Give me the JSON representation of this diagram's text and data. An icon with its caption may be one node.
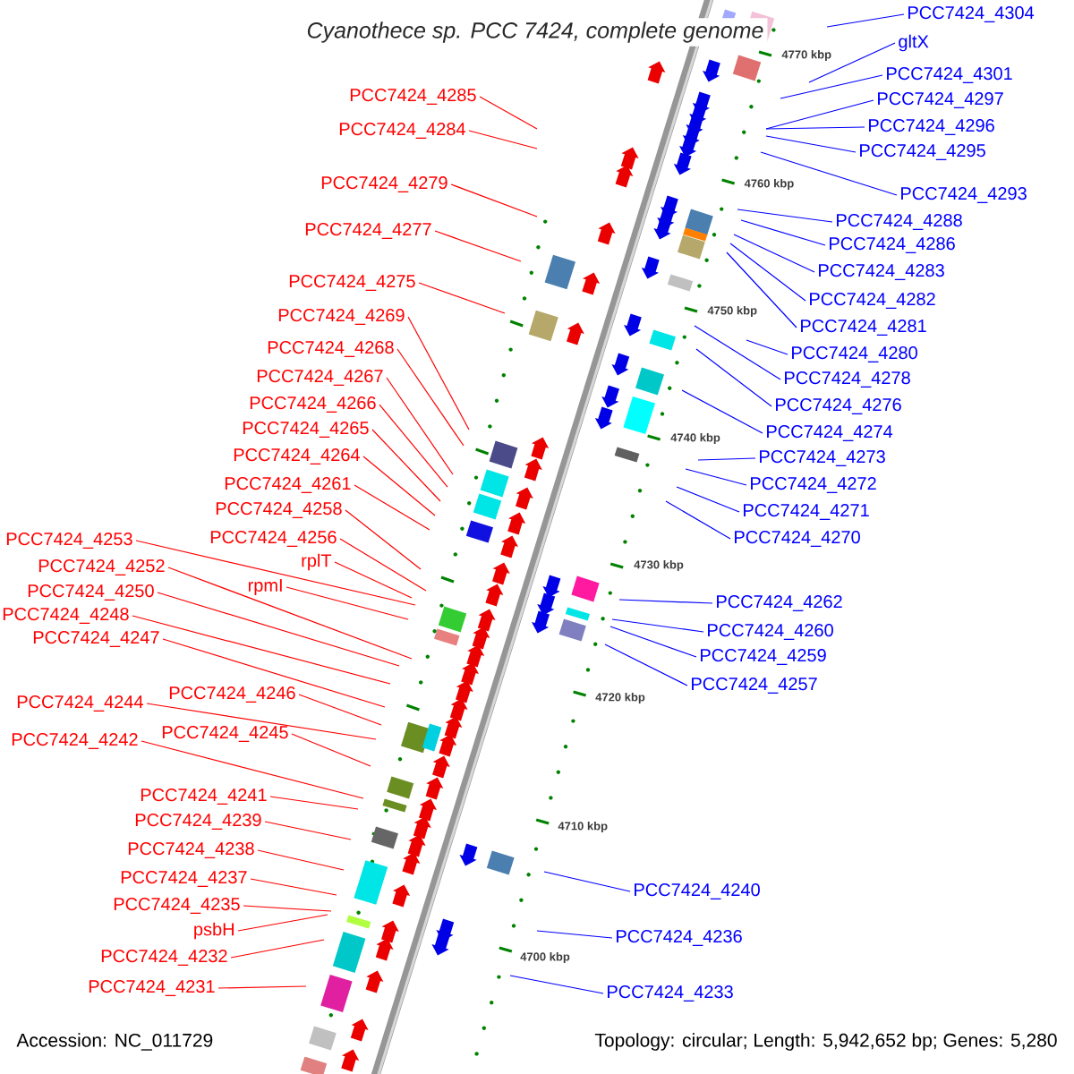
{
  "diagram": {
    "title": "Cyanothece sp. PCC 7424, complete genome",
    "nodes": [
      {
        "text": [
          "PCC7424_4285"
        ]
      },
      {
        "text": [
          "PCC7424_4284"
        ]
      },
      {
        "text": [
          "PCC7424_4279"
        ]
      },
      {
        "text": [
          "PCC7424_4277"
        ]
      },
      {
        "text": [
          "PCC7424_4275"
        ]
      },
      {
        "text": [
          "PCC7424_4269"
        ]
      },
      {
        "text": [
          "PCC7424_4268"
        ]
      },
      {
        "text": [
          "PCC7424_4267"
        ]
      },
      {
        "text": [
          "PCC7424_4266"
        ]
      },
      {
        "text": [
          "PCC7424_4265"
        ]
      },
      {
        "text": [
          "PCC7424_4264"
        ]
      },
      {
        "text": [
          "PCC7424_4261"
        ]
      },
      {
        "text": [
          "PCC7424_4258"
        ]
      },
      {
        "text": [
          "PCC7424_4256"
        ]
      },
      {
        "text": [
          "PCC7424_4253"
        ]
      },
      {
        "text": [
          "PCC7424_4252"
        ]
      },
      {
        "text": [
          "rpmI"
        ]
      },
      {
        "text": [
          "rplT"
        ]
      },
      {
        "text": [
          "PCC7424_4250"
        ]
      },
      {
        "text": [
          "PCC7424_4248"
        ]
      },
      {
        "text": [
          "PCC7424_4247"
        ]
      },
      {
        "text": [
          "PCC7424_4244"
        ]
      },
      {
        "text": [
          "PCC7424_4246"
        ]
      },
      {
        "text": [
          "PCC7424_4245"
        ]
      },
      {
        "text": [
          "PCC7424_4242"
        ]
      },
      {
        "text": [
          "PCC7424_4241"
        ]
      },
      {
        "text": [
          "PCC7424_4239"
        ]
      },
      {
        "text": [
          "PCC7424_4238"
        ]
      },
      {
        "text": [
          "PCC7424_4237"
        ]
      },
      {
        "text": [
          "PCC7424_4235"
        ]
      },
      {
        "text": [
          "psbH"
        ]
      },
      {
        "text": [
          "PCC7424_4232"
        ]
      },
      {
        "text": [
          "PCC7424_4231"
        ]
      },
      {
        "text": [
          "PCC7424_4304"
        ]
      },
      {
        "text": [
          "gltX"
        ]
      },
      {
        "text": [
          "PCC7424_4301"
        ]
      },
      {
        "text": [
          "PCC7424_4297"
        ]
      },
      {
        "text": [
          "PCC7424_4296"
        ]
      },
      {
        "text": [
          "PCC7424_4295"
        ]
      },
      {
        "text": [
          "PCC7424_4293"
        ]
      },
      {
        "text": [
          "PCC7424_4288"
        ]
      },
      {
        "text": [
          "PCC7424_4286"
        ]
      },
      {
        "text": [
          "PCC7424_4283"
        ]
      },
      {
        "text": [
          "PCC7424_4282"
        ]
      },
      {
        "text": [
          "PCC7424_4281"
        ]
      },
      {
        "text": [
          "PCC7424_4280"
        ]
      },
      {
        "text": [
          "PCC7424_4278"
        ]
      },
      {
        "text": [
          "PCC7424_4276"
        ]
      },
      {
        "text": [
          "PCC7424_4274"
        ]
      },
      {
        "text": [
          "PCC7424_4273"
        ]
      },
      {
        "text": [
          "PCC7424_4272"
        ]
      },
      {
        "text": [
          "PCC7424_4271"
        ]
      },
      {
        "text": [
          "PCC7424_4270"
        ]
      },
      {
        "text": [
          "PCC7424_4262"
        ]
      },
      {
        "text": [
          "PCC7424_4260"
        ]
      },
      {
        "text": [
          "PCC7424_4259"
        ]
      },
      {
        "text": [
          "PCC7424_4257"
        ]
      },
      {
        "text": [
          "PCC7424_4240"
        ]
      },
      {
        "text": [
          "PCC7424_4236"
        ]
      },
      {
        "text": [
          "PCC7424_4233"
        ]
      }
    ],
    "edges": [
      {
        "from": 0,
        "to": null,
        "arrow": "none"
      },
      {
        "from": 1,
        "to": null,
        "arrow": "none"
      },
      {
        "from": 2,
        "to": null,
        "arrow": "none"
      },
      {
        "from": 3,
        "to": null,
        "arrow": "none"
      },
      {
        "from": 4,
        "to": null,
        "arrow": "none"
      },
      {
        "from": 5,
        "to": null,
        "arrow": "none"
      },
      {
        "from": 6,
        "to": null,
        "arrow": "none"
      },
      {
        "from": 7,
        "to": null,
        "arrow": "none"
      },
      {
        "from": 8,
        "to": null,
        "arrow": "none"
      },
      {
        "from": 9,
        "to": null,
        "arrow": "none"
      },
      {
        "from": 10,
        "to": null,
        "arrow": "none"
      },
      {
        "from": 11,
        "to": null,
        "arrow": "none"
      },
      {
        "from": 12,
        "to": null,
        "arrow": "none"
      },
      {
        "from": 13,
        "to": null,
        "arrow": "none"
      },
      {
        "from": 14,
        "to": null,
        "arrow": "none"
      },
      {
        "from": 15,
        "to": null,
        "arrow": "none"
      },
      {
        "from": 16,
        "to": null,
        "arrow": "none"
      },
      {
        "from": 17,
        "to": null,
        "arrow": "none"
      },
      {
        "from": 18,
        "to": null,
        "arrow": "none"
      },
      {
        "from": 19,
        "to": null,
        "arrow": "none"
      },
      {
        "from": 20,
        "to": null,
        "arrow": "none"
      },
      {
        "from": 21,
        "to": null,
        "arrow": "none"
      },
      {
        "from": 22,
        "to": null,
        "arrow": "none"
      },
      {
        "from": 23,
        "to": null,
        "arrow": "none"
      },
      {
        "from": 24,
        "to": null,
        "arrow": "none"
      },
      {
        "from": 25,
        "to": null,
        "arrow": "none"
      },
      {
        "from": 26,
        "to": null,
        "arrow": "none"
      },
      {
        "from": 27,
        "to": null,
        "arrow": "none"
      },
      {
        "from": 28,
        "to": null,
        "arrow": "none"
      },
      {
        "from": 29,
        "to": null,
        "arrow": "none"
      },
      {
        "from": 30,
        "to": null,
        "arrow": "none"
      },
      {
        "from": 31,
        "to": null,
        "arrow": "none"
      },
      {
        "from": 32,
        "to": null,
        "arrow": "none"
      },
      {
        "from": 33,
        "to": null,
        "arrow": "none",
        "color": "#0000ff"
      },
      {
        "from": 34,
        "to": null,
        "arrow": "none",
        "color": "#0000ff"
      },
      {
        "from": 35,
        "to": null,
        "arrow": "none",
        "color": "#0000ff"
      },
      {
        "from": 36,
        "to": null,
        "arrow": "none",
        "color": "#0000ff"
      },
      {
        "from": 37,
        "to": null,
        "arrow": "none",
        "color": "#0000ff"
      },
      {
        "from": 38,
        "to": null,
        "arrow": "none",
        "color": "#0000ff"
      },
      {
        "from": 39,
        "to": null,
        "arrow": "none",
        "color": "#0000ff"
      },
      {
        "from": 40,
        "to": null,
        "arrow": "none",
        "color": "#0000ff"
      },
      {
        "from": 41,
        "to": null,
        "arrow": "none",
        "color": "#0000ff"
      },
      {
        "from": 42,
        "to": null,
        "arrow": "none",
        "color": "#0000ff"
      },
      {
        "from": 43,
        "to": null,
        "arrow": "none",
        "color": "#0000ff"
      },
      {
        "from": 44,
        "to": null,
        "arrow": "none",
        "color": "#0000ff"
      },
      {
        "from": 45,
        "to": null,
        "arrow": "none",
        "color": "#0000ff"
      },
      {
        "from": 46,
        "to": null,
        "arrow": "none",
        "color": "#0000ff"
      },
      {
        "from": 47,
        "to": null,
        "arrow": "none",
        "color": "#0000ff"
      },
      {
        "from": 48,
        "to": null,
        "arrow": "none",
        "color": "#0000ff"
      },
      {
        "from": 49,
        "to": null,
        "arrow": "none",
        "color": "#0000ff"
      },
      {
        "from": 50,
        "to": null,
        "arrow": "none",
        "color": "#0000ff"
      },
      {
        "from": 51,
        "to": null,
        "arrow": "none",
        "color": "#0000ff"
      },
      {
        "from": 52,
        "to": null,
        "arrow": "none",
        "color": "#0000ff"
      },
      {
        "from": 53,
        "to": null,
        "arrow": "none",
        "color": "#0000ff"
      },
      {
        "from": 54,
        "to": null,
        "arrow": "none",
        "color": "#0000ff"
      },
      {
        "from": 55,
        "to": null,
        "arrow": "none",
        "color": "#0000ff"
      },
      {
        "from": 56,
        "to": null,
        "arrow": "none",
        "color": "#0000ff"
      },
      {
        "from": 57,
        "to": null,
        "arrow": "none",
        "color": "#0000ff"
      },
      {
        "from": 58,
        "to": null,
        "arrow": "none",
        "color": "#0000ff"
      },
      {
        "from": 59,
        "to": null,
        "arrow": "none",
        "color": "#0000ff"
      }
    ],
    "labels": [
      "4770 kbp",
      "4760 kbp",
      "4750 kbp",
      "4740 kbp",
      "4730 kbp",
      "4720 kbp",
      "4710 kbp",
      "4700 kbp",
      "Accession: NC_011729",
      "Topology: circular; Length: 5,942,652 bp; Genes: 5,280"
    ]
  }
}
